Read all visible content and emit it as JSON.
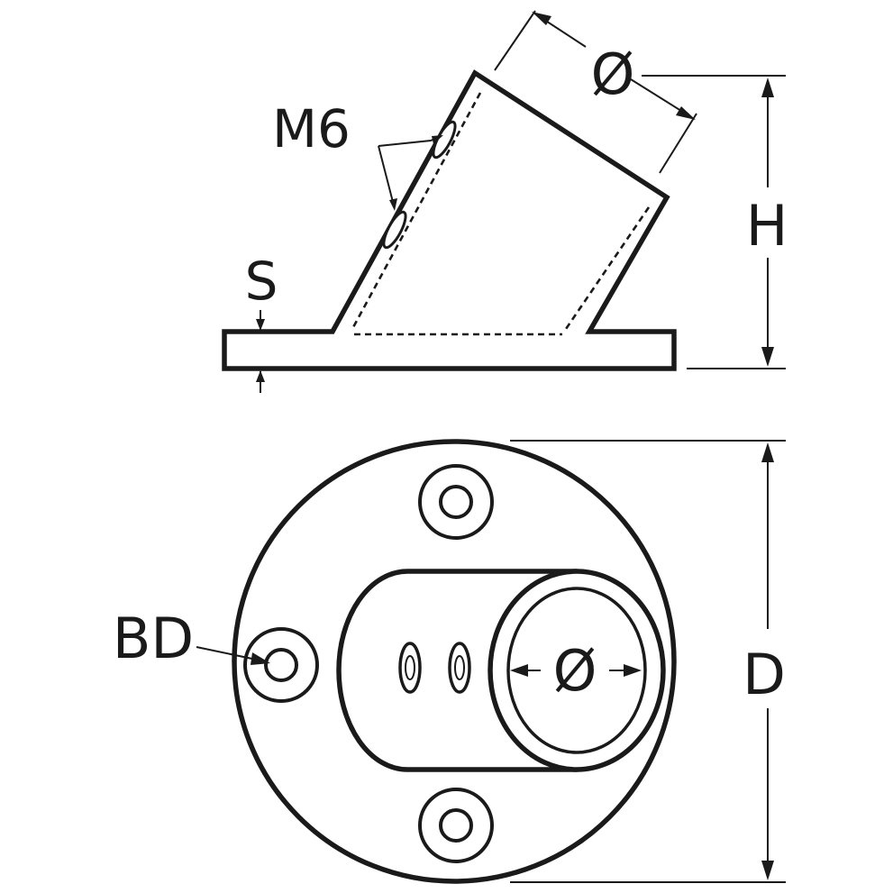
{
  "labels": {
    "side_diameter": "Ø",
    "thread": "M6",
    "height": "H",
    "thickness": "S",
    "bolt_hole": "BD",
    "front_diameter": "Ø",
    "outer_diameter": "D"
  }
}
